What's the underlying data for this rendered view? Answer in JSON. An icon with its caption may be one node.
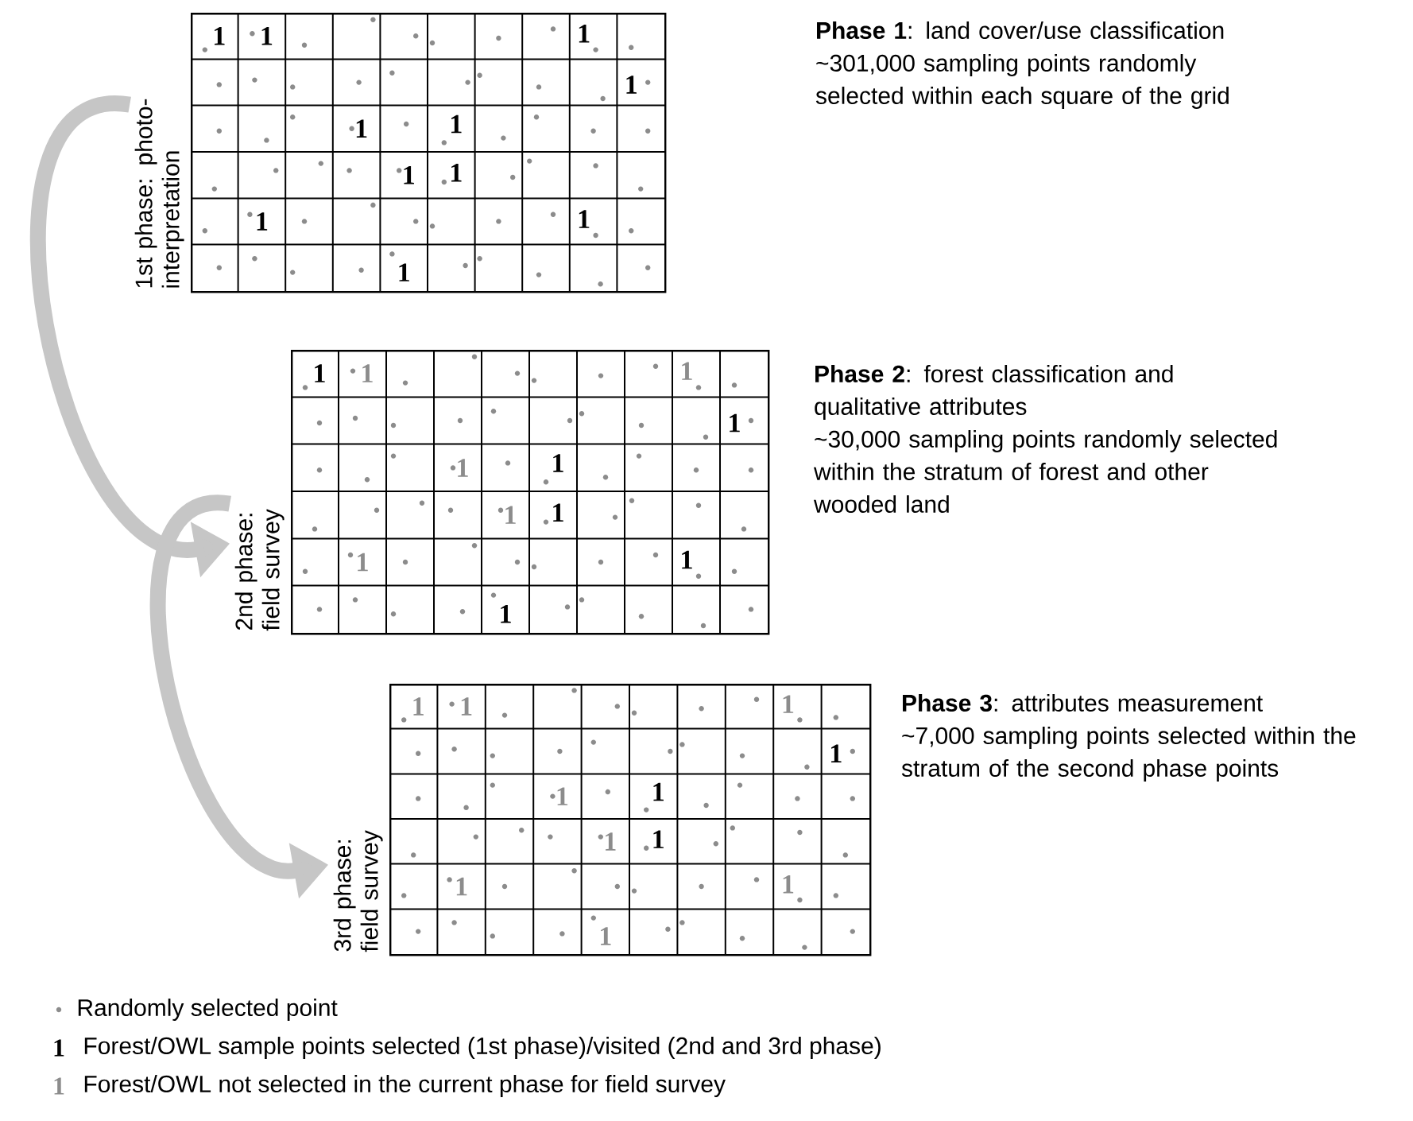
{
  "diagram": {
    "nodes": [
      {
        "text": [
          "1st phase: photo-interpretation"
        ],
        "beside": [
          "**Phase 1**: land cover/use classification",
          "~301,000 sampling points randomly selected within each square of the grid"
        ]
      },
      {
        "text": [
          "2nd phase: field survey"
        ],
        "beside": [
          "**Phase 2**: forest classification and qualitative attributes",
          "~30,000 sampling points randomly selected within the stratum of forest and other wooded land"
        ]
      },
      {
        "text": [
          "3rd phase: field survey"
        ],
        "beside": [
          "**Phase 3**: attributes measurement",
          "~7,000 sampling points selected within the stratum of the second phase points"
        ]
      }
    ],
    "edges": [
      {
        "from": 0,
        "to": 1,
        "arrow": "to"
      },
      {
        "from": 1,
        "to": 2,
        "arrow": "to"
      }
    ],
    "labels": [
      "1",
      "1",
      "1",
      "1",
      "1",
      "1",
      "1",
      "1",
      "1",
      "1",
      "1",
      "1",
      "1",
      "1",
      "1",
      "1",
      "1",
      "1",
      "1",
      "1",
      "1",
      "1",
      "1",
      "1",
      "1",
      "1",
      "1",
      "1",
      "1",
      "1",
      "1",
      "1",
      "1",
      "1",
      "1"
    ],
    "legend": [
      {
        "text": "Randomly selected point"
      },
      {
        "text": "Forest/OWL sample points selected (1st phase)/visited (2nd and 3rd phase)"
      },
      {
        "text": "Forest/OWL not selected in the current phase for field survey"
      }
    ]
  }
}
